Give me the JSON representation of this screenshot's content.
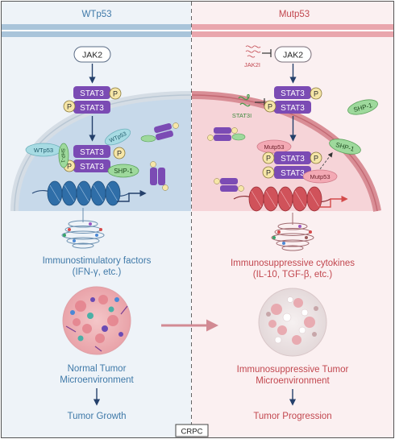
{
  "left_panel": {
    "header": "WTp53",
    "jak2": "JAK2",
    "stat3": "STAT3",
    "phospho": "P",
    "wtp53_a": "WTp53",
    "wtp53_b": "WTp53",
    "shp1_small": "SHP-1",
    "shp1": "SHP-1",
    "factors_line1": "Immunostimulatory factors",
    "factors_line2": "(IFN-γ, etc.)",
    "tme_line1": "Normal Tumor",
    "tme_line2": "Microenvironment",
    "outcome": "Tumor Growth"
  },
  "right_panel": {
    "header": "Mutp53",
    "jak2": "JAK2",
    "jak2i": "JAK2I",
    "stat3i": "STAT3I",
    "stat3": "STAT3",
    "phospho": "P",
    "mutp53_a": "Mutp53",
    "mutp53_b": "Mutp53",
    "shp1_top": "SHP-1",
    "shp1": "SHP-1",
    "factors_line1": "Immunosuppressive cytokines",
    "factors_line2": "(IL-10, TGF-β, etc.)",
    "tme_line1": "Immunosuppressive Tumor",
    "tme_line2": "Microenvironment",
    "outcome": "Tumor Progression"
  },
  "footer_label": "CRPC",
  "colors": {
    "wt_blue": "#3f79a8",
    "mut_red": "#c2474f",
    "stat3_purple": "#7b4bb4",
    "phospho_yellow": "#f6e6a8",
    "shp1_green": "#9ed99c",
    "wtp53_cyan": "#a7dbe3",
    "mutp53_pink": "#f3a9b4"
  }
}
